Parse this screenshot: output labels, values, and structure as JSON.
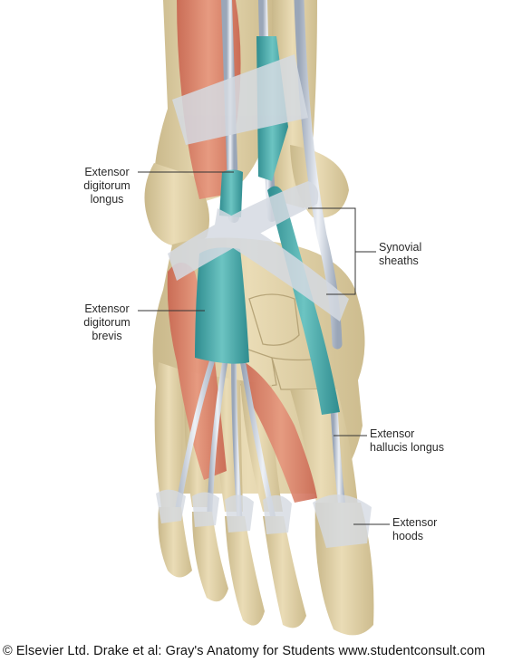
{
  "labels": {
    "edl": [
      "Extensor",
      "digitorum",
      "longus"
    ],
    "edb": [
      "Extensor",
      "digitorum",
      "brevis"
    ],
    "syn": [
      "Synovial",
      "sheaths"
    ],
    "ehl": [
      "Extensor",
      "hallucis longus"
    ],
    "hoods": [
      "Extensor",
      "hoods"
    ]
  },
  "credit": "© Elsevier Ltd. Drake et al: Gray's Anatomy for Students www.studentconsult.com",
  "colors": {
    "bone": "#e6d7ae",
    "bone_shadow": "#c9b88a",
    "muscle": "#de8a72",
    "muscle_dark": "#c96550",
    "tendon": "#d8dde6",
    "sheath": "#4fb0b0",
    "retinaculum": "#d5dae2",
    "leader": "#333333"
  }
}
